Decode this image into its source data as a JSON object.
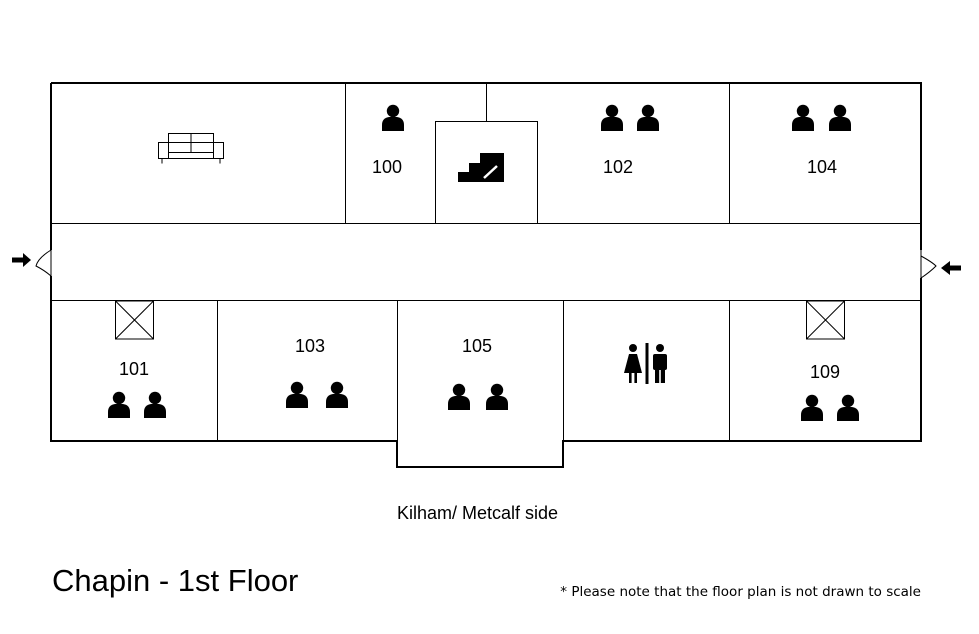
{
  "title": "Chapin - 1st Floor",
  "side_label": "Kilham/ Metcalf side",
  "note": "* Please note that the floor plan is not drawn to scale",
  "rooms": {
    "r100": "100",
    "r101": "101",
    "r102": "102",
    "r103": "103",
    "r104": "104",
    "r105": "105",
    "r109": "109"
  },
  "icons": {
    "lounge": "sofa-icon",
    "stairs": "stairs-icon",
    "restroom": "restroom-icon",
    "occupant": "person-icon",
    "elevator": "elevator-icon",
    "entrance": "entrance-arrow-icon"
  }
}
